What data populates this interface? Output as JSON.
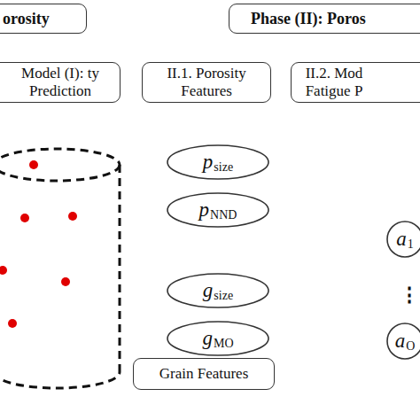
{
  "diagram": {
    "nodes": [
      {
        "text": [
          "orosity"
        ]
      },
      {
        "text": [
          "Phase (II): Poros"
        ]
      },
      {
        "text": [
          "Model (I): ty Prediction"
        ]
      },
      {
        "text": [
          "II.1. Porosity Features"
        ]
      },
      {
        "text": [
          "II.2. Mod Fatigue P"
        ]
      },
      {
        "text": [
          "p",
          "size"
        ]
      },
      {
        "text": [
          "p",
          "NND"
        ]
      },
      {
        "text": [
          "a",
          "1"
        ]
      },
      {
        "text": [
          "g",
          "size"
        ]
      },
      {
        "text": [
          "g",
          "MO"
        ]
      },
      {
        "text": [
          "a",
          "O"
        ]
      },
      {
        "text": [
          "Grain Features"
        ]
      }
    ],
    "labels": [
      "⋮"
    ]
  }
}
